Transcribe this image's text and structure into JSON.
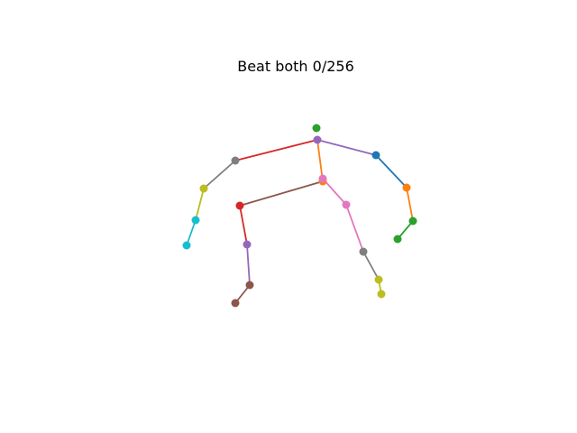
{
  "figure": {
    "title": "Beat both 0/256"
  },
  "skeleton": {
    "joints": [
      {
        "id": "head-top",
        "color": "#2ca02c"
      },
      {
        "id": "neck",
        "color": "#9467bd"
      },
      {
        "id": "right-shoulder",
        "color": "#1f77b4"
      },
      {
        "id": "right-elbow",
        "color": "#ff7f0e"
      },
      {
        "id": "right-wrist",
        "color": "#2ca02c"
      },
      {
        "id": "right-hand",
        "color": "#2ca02c"
      },
      {
        "id": "left-shoulder",
        "color": "#7f7f7f"
      },
      {
        "id": "left-elbow",
        "color": "#bcbd22"
      },
      {
        "id": "left-wrist",
        "color": "#17becf"
      },
      {
        "id": "left-hand",
        "color": "#17becf"
      },
      {
        "id": "pelvis-a",
        "color": "#ff7f0e"
      },
      {
        "id": "pelvis-b",
        "color": "#e377c2"
      },
      {
        "id": "right-hip",
        "color": "#e377c2"
      },
      {
        "id": "right-knee",
        "color": "#7f7f7f"
      },
      {
        "id": "right-ankle",
        "color": "#bcbd22"
      },
      {
        "id": "right-foot",
        "color": "#bcbd22"
      },
      {
        "id": "left-hip",
        "color": "#d62728"
      },
      {
        "id": "left-knee",
        "color": "#9467bd"
      },
      {
        "id": "left-ankle",
        "color": "#8c564b"
      },
      {
        "id": "left-foot",
        "color": "#8c564b"
      }
    ],
    "bones": [
      {
        "from": "neck",
        "to": "right-shoulder",
        "color": "#9467bd"
      },
      {
        "from": "right-shoulder",
        "to": "right-elbow",
        "color": "#1f77b4"
      },
      {
        "from": "right-elbow",
        "to": "right-wrist",
        "color": "#ff7f0e"
      },
      {
        "from": "right-wrist",
        "to": "right-hand",
        "color": "#2ca02c"
      },
      {
        "from": "neck",
        "to": "left-shoulder",
        "color": "#d62728"
      },
      {
        "from": "left-shoulder",
        "to": "left-elbow",
        "color": "#7f7f7f"
      },
      {
        "from": "left-elbow",
        "to": "left-wrist",
        "color": "#bcbd22"
      },
      {
        "from": "left-wrist",
        "to": "left-hand",
        "color": "#17becf"
      },
      {
        "from": "neck",
        "to": "pelvis-a",
        "color": "#ff7f0e"
      },
      {
        "from": "pelvis-a",
        "to": "left-hip",
        "color": "#8c564b"
      },
      {
        "from": "left-hip",
        "to": "left-knee",
        "color": "#d62728"
      },
      {
        "from": "left-knee",
        "to": "left-ankle",
        "color": "#9467bd"
      },
      {
        "from": "left-ankle",
        "to": "left-foot",
        "color": "#8c564b"
      },
      {
        "from": "pelvis-b",
        "to": "right-hip",
        "color": "#e377c2"
      },
      {
        "from": "right-hip",
        "to": "right-knee",
        "color": "#e377c2"
      },
      {
        "from": "right-knee",
        "to": "right-ankle",
        "color": "#7f7f7f"
      },
      {
        "from": "right-ankle",
        "to": "right-foot",
        "color": "#bcbd22"
      }
    ]
  }
}
